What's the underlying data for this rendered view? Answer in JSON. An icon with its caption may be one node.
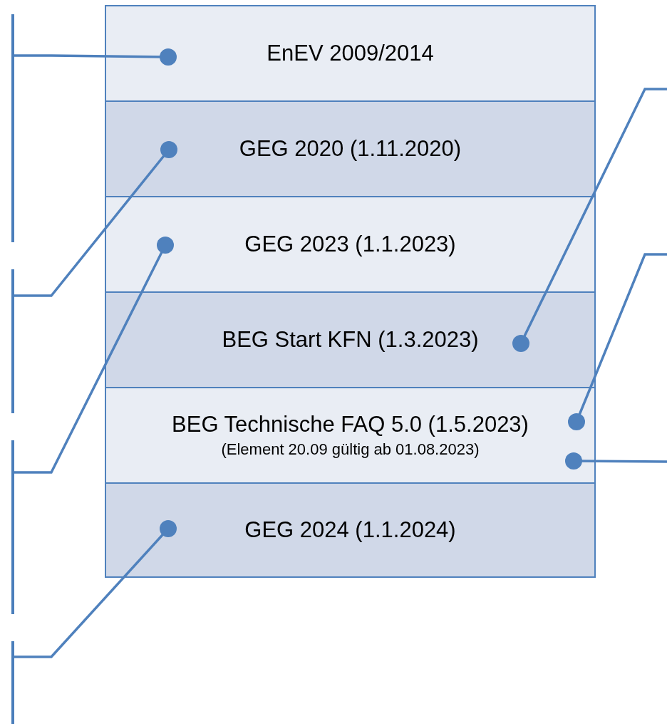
{
  "diagram": {
    "nodes": [
      {
        "text": [
          "EnEV 2009/2014"
        ]
      },
      {
        "text": [
          "GEG 2020 (1.11.2020)"
        ]
      },
      {
        "text": [
          "GEG 2023 (1.1.2023)"
        ]
      },
      {
        "text": [
          "BEG Start KFN (1.3.2023)"
        ]
      },
      {
        "text": [
          "BEG Technische FAQ 5.0 (1.5.2023)",
          "(Element 20.09 gültig ab 01.08.2023)"
        ]
      },
      {
        "text": [
          "GEG 2024 (1.1.2024)"
        ]
      },
      {
        "text": [],
        "shape": "bar"
      },
      {
        "text": [],
        "shape": "bar"
      },
      {
        "text": [],
        "shape": "bar"
      },
      {
        "text": [],
        "shape": "bar"
      }
    ],
    "edges": [
      {
        "from": 0,
        "to": 6,
        "arrow": "other"
      },
      {
        "from": 1,
        "to": 7,
        "arrow": "other"
      },
      {
        "from": 2,
        "to": 8,
        "arrow": "other"
      },
      {
        "from": 3,
        "to": null,
        "arrow": "other"
      },
      {
        "from": 4,
        "to": null,
        "arrow": "other"
      },
      {
        "from": 4,
        "to": null,
        "arrow": "other"
      },
      {
        "from": 5,
        "to": 9,
        "arrow": "other"
      }
    ]
  }
}
